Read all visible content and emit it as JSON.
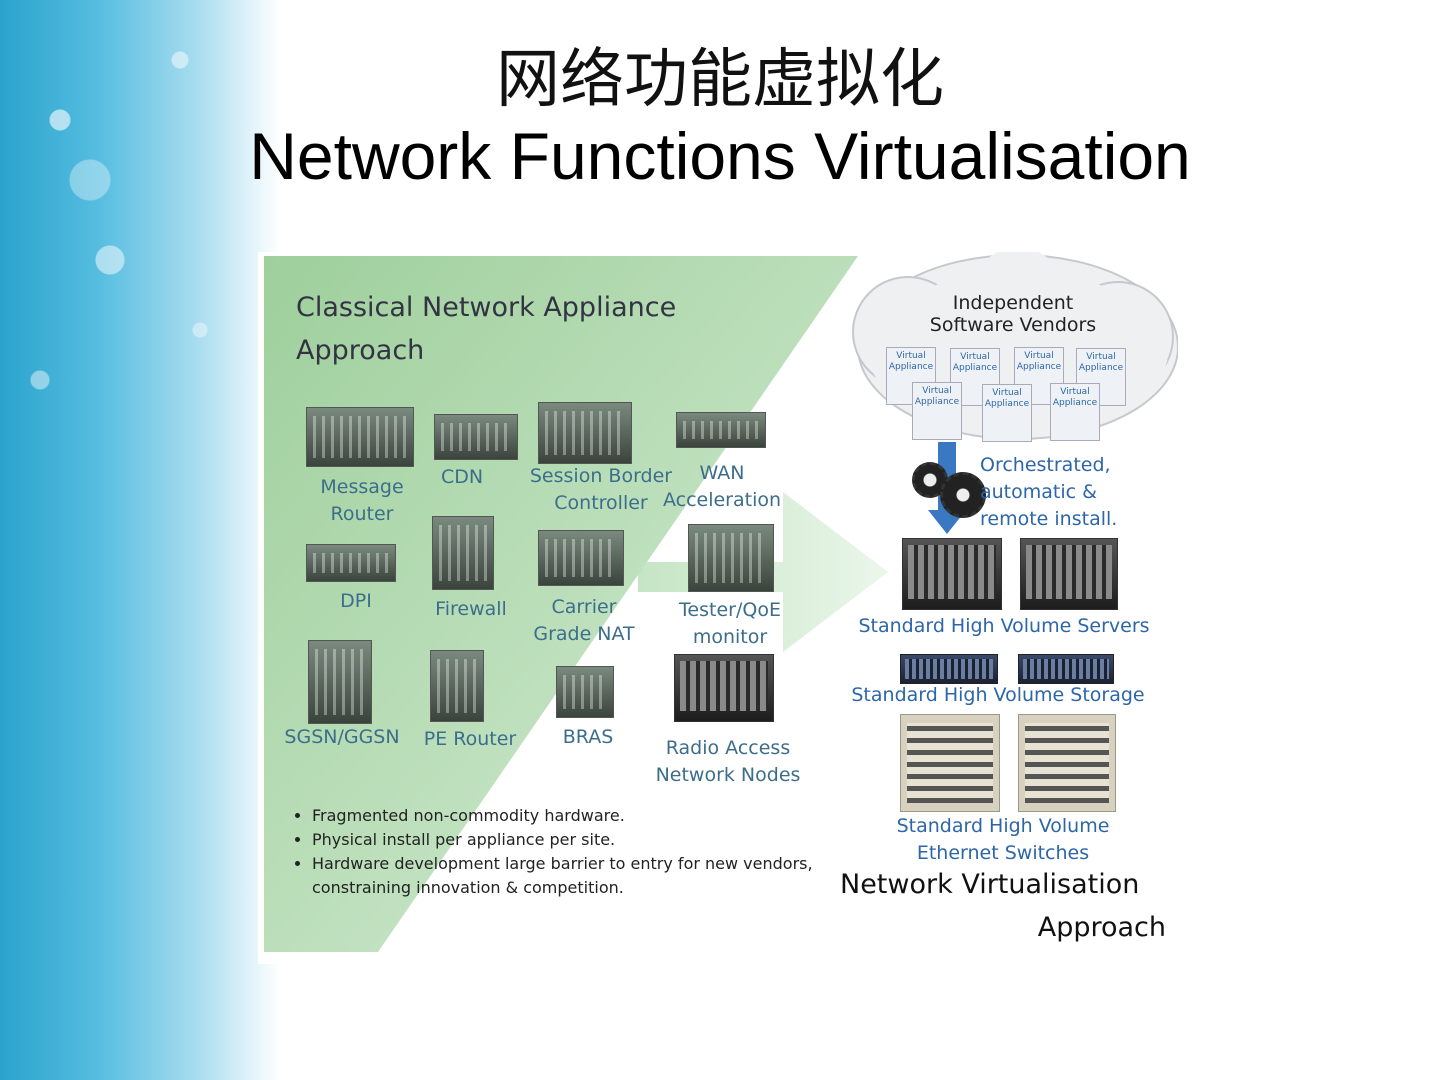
{
  "slide": {
    "title_cn": "网络功能虚拟化",
    "title_en": "Network Functions Virtualisation"
  },
  "classical": {
    "heading": "Classical Network Appliance\nApproach",
    "appliances": [
      {
        "label": "Message\nRouter"
      },
      {
        "label": "CDN"
      },
      {
        "label": "Session Border\nController"
      },
      {
        "label": "WAN\nAcceleration"
      },
      {
        "label": "DPI"
      },
      {
        "label": "Firewall"
      },
      {
        "label": "Carrier\nGrade NAT"
      },
      {
        "label": "Tester/QoE\nmonitor"
      },
      {
        "label": "SGSN/GGSN"
      },
      {
        "label": "PE Router"
      },
      {
        "label": "BRAS"
      },
      {
        "label": "Radio Access\nNetwork Nodes"
      }
    ],
    "bullets": [
      "Fragmented non-commodity hardware.",
      "Physical install per appliance per site.",
      "Hardware development large barrier to entry for new vendors, constraining innovation & competition."
    ]
  },
  "virtualisation": {
    "cloud_label": "Independent\nSoftware Vendors",
    "virtual_appliance_label": "Virtual\nAppliance",
    "orchestration": "Orchestrated,\nautomatic &\nremote install.",
    "servers_label": "Standard High Volume Servers",
    "storage_label": "Standard High Volume Storage",
    "switches_label": "Standard High Volume\nEthernet Switches",
    "heading_line1": "Network Virtualisation",
    "heading_line2": "Approach"
  },
  "colors": {
    "green_panel": "#a9d6a8",
    "label_blue": "#3c6e8c",
    "arrow_blue": "#3a78c2"
  }
}
